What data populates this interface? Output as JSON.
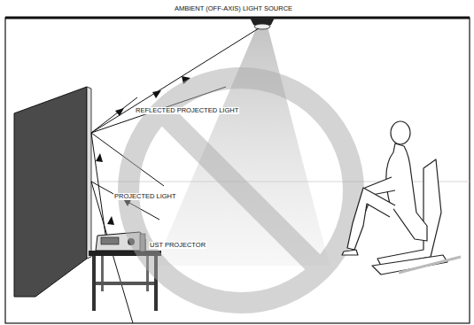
{
  "diagram": {
    "labels": [
      "AMBIENT (OFF-AXIS) LIGHT SOURCE",
      "REFLECTED PROJECTED LIGHT",
      "PROJECTED LIGHT",
      "UST PROJECTOR"
    ]
  }
}
